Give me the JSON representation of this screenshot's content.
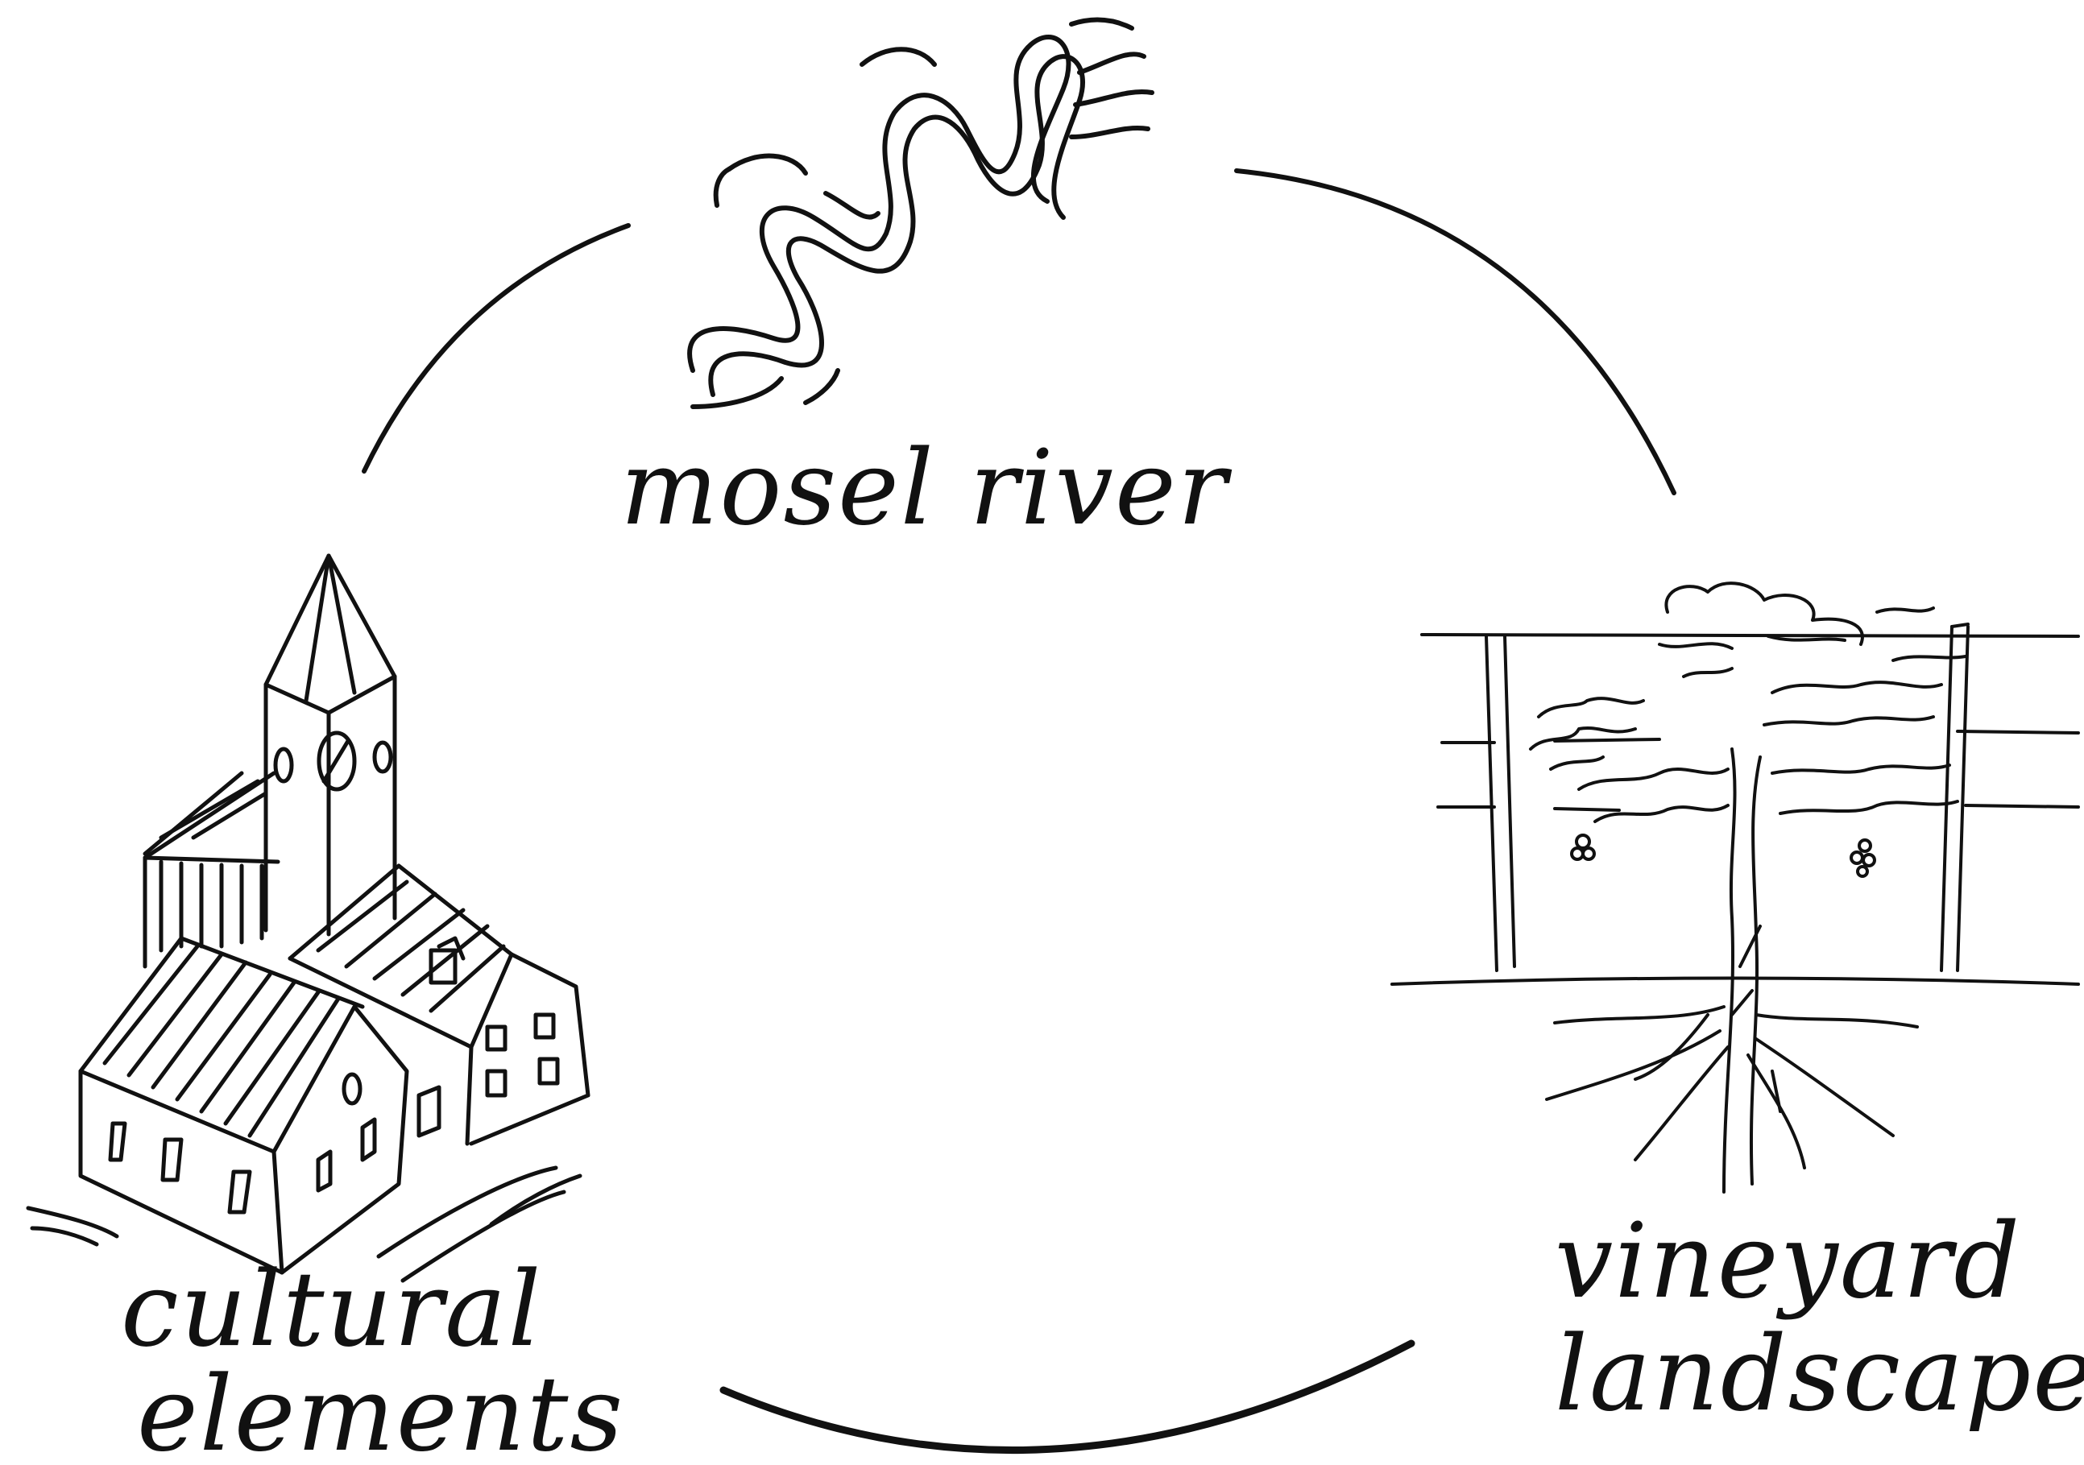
{
  "diagram": {
    "nodes": [
      {
        "id": "river",
        "label": "mosel river",
        "icon": "meandering-river-icon"
      },
      {
        "id": "vineyard",
        "label_lines": [
          "vineyard",
          "landscape"
        ],
        "icon": "grapevine-icon"
      },
      {
        "id": "culture",
        "label_lines": [
          "cultural",
          "elements"
        ],
        "icon": "village-church-icon"
      }
    ],
    "connections": [
      {
        "from": "culture",
        "to": "river",
        "type": "arc"
      },
      {
        "from": "river",
        "to": "vineyard",
        "type": "arc"
      },
      {
        "from": "vineyard",
        "to": "culture",
        "type": "arc"
      }
    ],
    "style": {
      "ink": "#111111",
      "background": "#ffffff"
    }
  }
}
